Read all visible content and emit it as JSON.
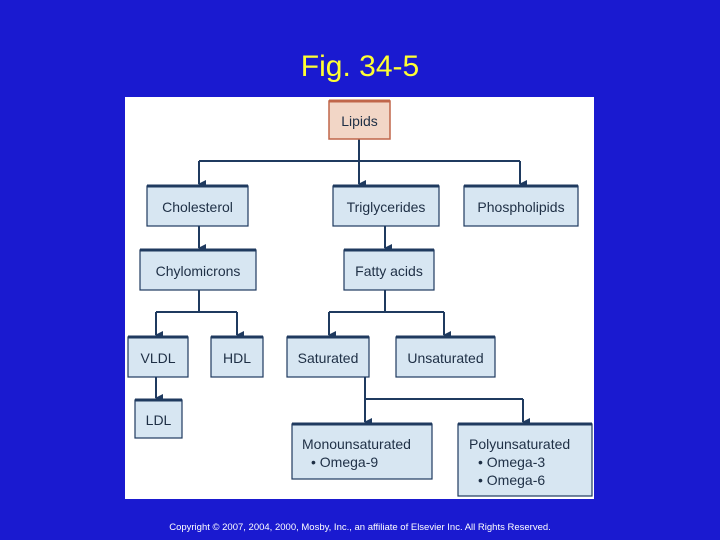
{
  "slide": {
    "title": "Fig. 34-5",
    "footer": "Copyright © 2007, 2004, 2000, Mosby, Inc., an affiliate of Elsevier Inc. All Rights Reserved."
  },
  "diagram": {
    "root": "Lipids",
    "level1": {
      "cholesterol": "Cholesterol",
      "triglycerides": "Triglycerides",
      "phospholipids": "Phospholipids"
    },
    "level2": {
      "chylomicrons": "Chylomicrons",
      "fatty_acids": "Fatty acids"
    },
    "level3": {
      "vldl": "VLDL",
      "hdl": "HDL",
      "saturated": "Saturated",
      "unsaturated": "Unsaturated"
    },
    "level4": {
      "ldl": "LDL",
      "monounsaturated": "Monounsaturated",
      "mono_item1": "• Omega-9",
      "polyunsaturated": "Polyunsaturated",
      "poly_item1": "• Omega-3",
      "poly_item2": "• Omega-6"
    },
    "colors": {
      "background": "#1a1ad0",
      "title": "#ffff33",
      "box_fill": "#d7e6f2",
      "box_border": "#1f3a5f",
      "root_fill": "#f2d6c6",
      "root_border": "#c0664a",
      "connector": "#1f3a5f"
    }
  }
}
